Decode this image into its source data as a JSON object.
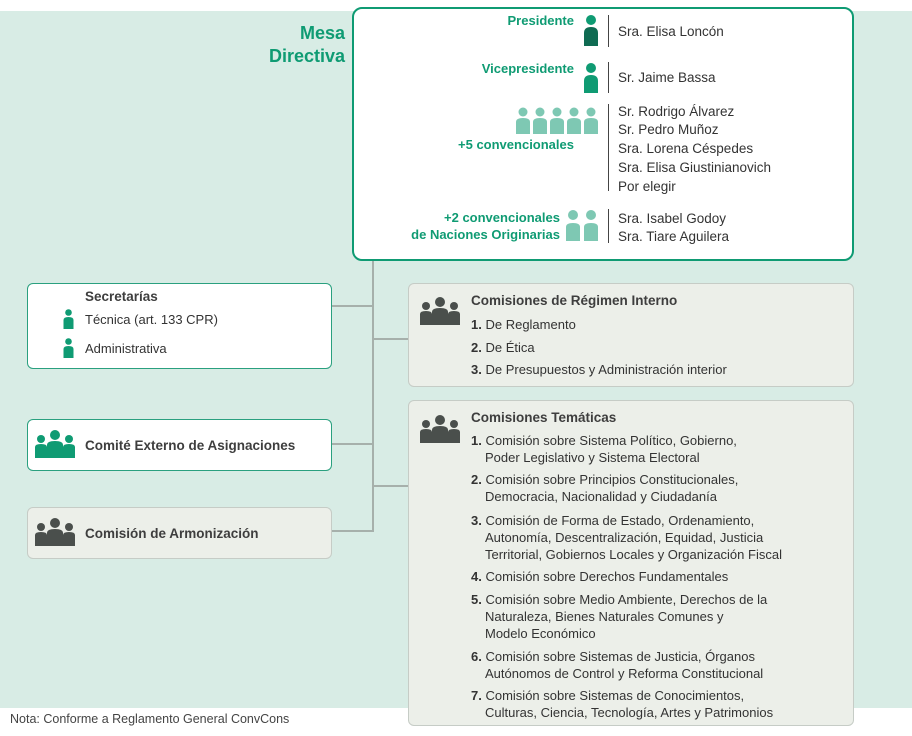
{
  "mesa": {
    "title_line1": "Mesa",
    "title_line2": "Directiva",
    "presidente_label": "Presidente",
    "presidente_name": "Sra. Elisa Loncón",
    "vicepresidente_label": "Vicepresidente",
    "vicepresidente_name": "Sr. Jaime Bassa",
    "convencionales_label": "+5 convencionales",
    "convencionales_names": [
      "Sr. Rodrigo Álvarez",
      "Sr. Pedro Muñoz",
      "Sra. Lorena Céspedes",
      "Sra. Elisa Giustinianovich",
      "Por elegir"
    ],
    "originarias_label_line1": "+2 convencionales",
    "originarias_label_line2": "de Naciones Originarias",
    "originarias_names": [
      "Sra. Isabel Godoy",
      "Sra. Tiare Aguilera"
    ]
  },
  "secretarias": {
    "title": "Secretarías",
    "items": [
      "Técnica (art. 133 CPR)",
      "Administrativa"
    ]
  },
  "comite": {
    "label": "Comité Externo de Asignaciones"
  },
  "armonizacion": {
    "label": "Comisión de Armonización"
  },
  "regimen": {
    "title": "Comisiones de Régimen Interno",
    "items": [
      {
        "num": "1.",
        "text": "De Reglamento"
      },
      {
        "num": "2.",
        "text": "De Ética"
      },
      {
        "num": "3.",
        "text": "De Presupuestos y Administración interior"
      }
    ]
  },
  "tematicas": {
    "title": "Comisiones Temáticas",
    "items": [
      {
        "num": "1.",
        "lines": [
          "Comisión sobre Sistema Político, Gobierno,",
          "Poder Legislativo y Sistema Electoral"
        ]
      },
      {
        "num": "2.",
        "lines": [
          "Comisión sobre Principios Constitucionales,",
          "Democracia, Nacionalidad y Ciudadanía"
        ]
      },
      {
        "num": "3.",
        "lines": [
          "Comisión de Forma de Estado, Ordenamiento,",
          "Autonomía, Descentralización, Equidad, Justicia",
          "Territorial, Gobiernos Locales y Organización Fiscal"
        ]
      },
      {
        "num": "4.",
        "lines": [
          "Comisión sobre Derechos Fundamentales"
        ]
      },
      {
        "num": "5.",
        "lines": [
          "Comisión sobre Medio Ambiente, Derechos de la",
          "Naturaleza, Bienes Naturales Comunes y",
          "Modelo Económico"
        ]
      },
      {
        "num": "6.",
        "lines": [
          "Comisión sobre Sistemas de Justicia, Órganos",
          "Autónomos de Control y Reforma Constitucional"
        ]
      },
      {
        "num": "7.",
        "lines": [
          "Comisión sobre Sistemas de Conocimientos,",
          "Culturas, Ciencia, Tecnología, Artes y Patrimonios"
        ]
      }
    ]
  },
  "note": "Nota: Conforme a Reglamento General ConvCons",
  "colors": {
    "green": "#0f9b73",
    "dark_green": "#0f6b52",
    "light_green": "#7ec8b3",
    "gray_icon": "#4a4f4c",
    "background": "#d8ece5"
  }
}
